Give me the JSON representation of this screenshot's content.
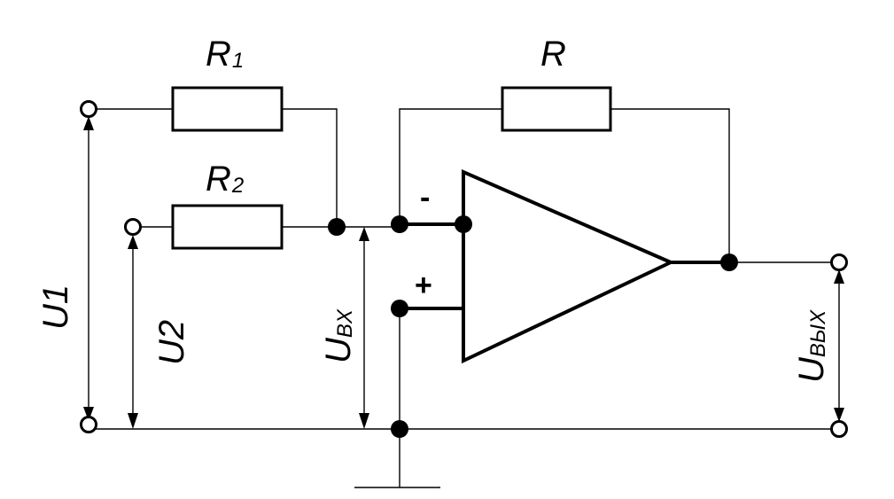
{
  "labels": {
    "r1_main": "R",
    "r1_sub": "1",
    "r2_main": "R",
    "r2_sub": "2",
    "r_feedback": "R",
    "u1": "U1",
    "u2": "U2",
    "uin_main": "U",
    "uin_sub": "BX",
    "uout_main": "U",
    "uout_sub": "BЫX",
    "minus": "-",
    "plus": "+"
  }
}
